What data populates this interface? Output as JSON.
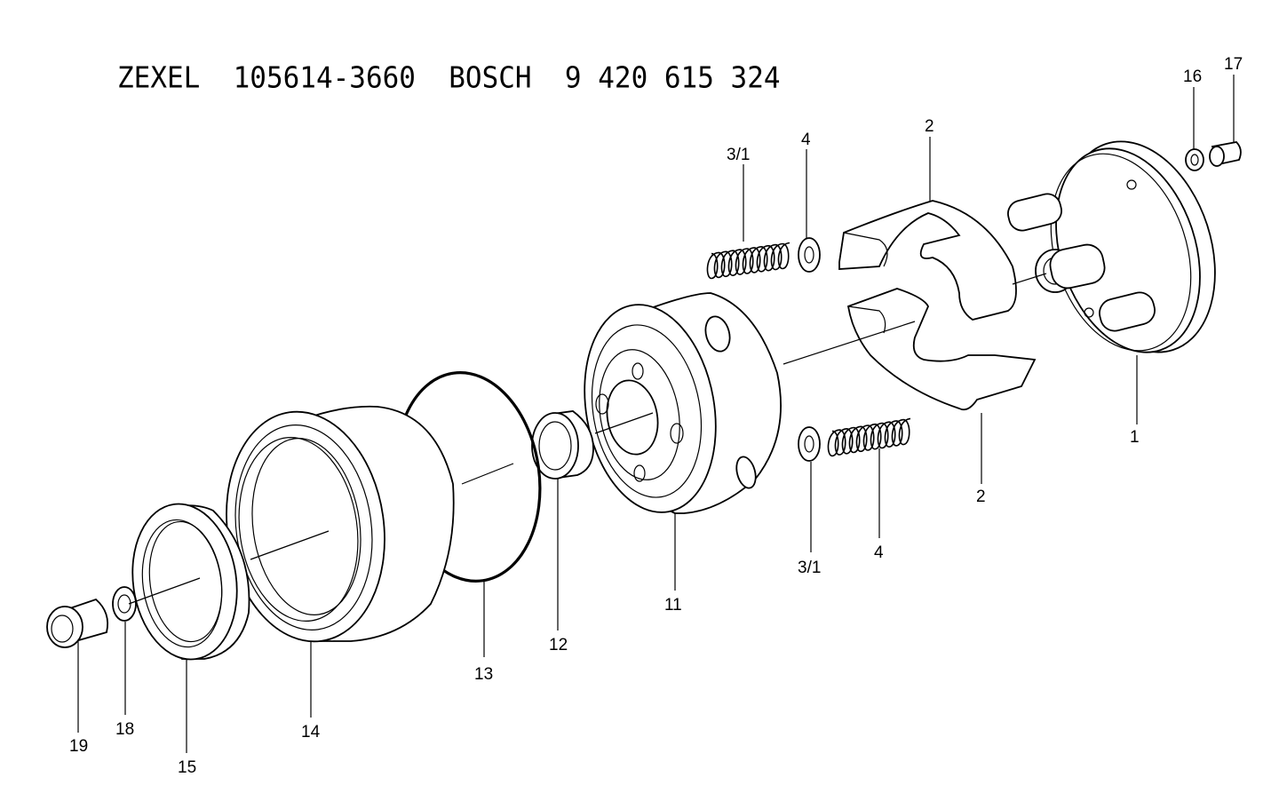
{
  "title": "ZEXEL  105614-3660  BOSCH  9 420 615 324",
  "labels": {
    "p1": "1",
    "p2a": "2",
    "p2b": "2",
    "p3a": "3/1",
    "p3b": "3/1",
    "p4a": "4",
    "p4b": "4",
    "p11": "11",
    "p12": "12",
    "p13": "13",
    "p14": "14",
    "p15": "15",
    "p16": "16",
    "p17": "17",
    "p18": "18",
    "p19": "19"
  }
}
